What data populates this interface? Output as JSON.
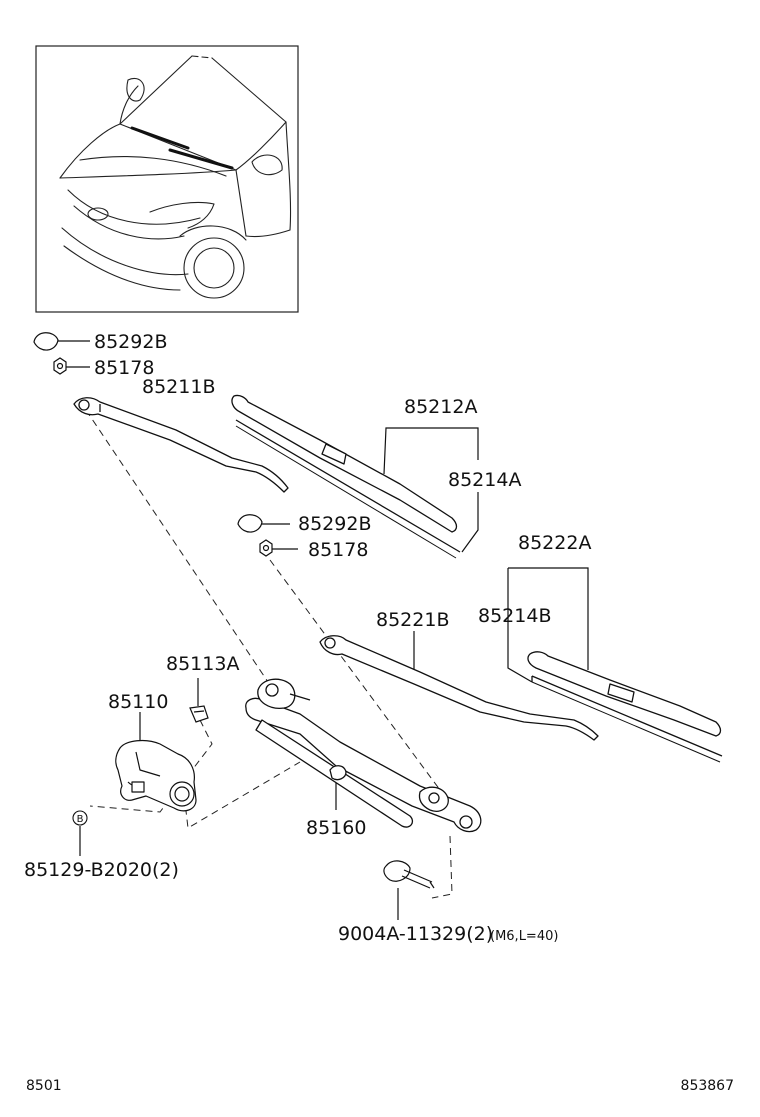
{
  "parts": {
    "p85292b_top": "85292B",
    "p85178_top": "85178",
    "p85211b": "85211B",
    "p85212a": "85212A",
    "p85214a": "85214A",
    "p85292b_mid": "85292B",
    "p85178_mid": "85178",
    "p85222a": "85222A",
    "p85214b": "85214B",
    "p85221b": "85221B",
    "p85113a": "85113A",
    "p85110": "85110",
    "p85160": "85160",
    "p85129": "85129-B2020(2)",
    "p9004a": "9004A-11329(2)",
    "p9004a_spec": "(M6,L=40)"
  },
  "callout_letter": "B",
  "footer": {
    "left_code": "8501",
    "right_code": "853867"
  }
}
